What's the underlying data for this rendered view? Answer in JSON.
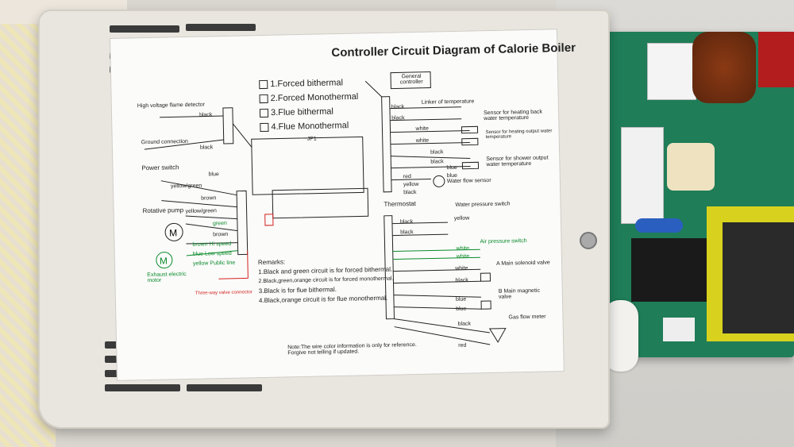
{
  "diagram": {
    "title": "Controller Circuit Diagram of Calorie Boiler",
    "options": [
      "1.Forced bithermal",
      "2.Forced Monothermal",
      "3.Flue bithermal",
      "4.Flue Monothermal"
    ],
    "left_labels": {
      "flame_detector": "High voltage flame detector",
      "ground": "Ground connection",
      "power_switch": "Power switch",
      "rotative_pump": "Rotative pump",
      "exhaust_motor": "Exhaust electric motor",
      "three_way": "Three-way valve connector",
      "jp1": "JP1"
    },
    "wire_colors_left": [
      "black",
      "black",
      "blue",
      "yellow/green",
      "brown",
      "yellow/green",
      "green",
      "brown"
    ],
    "fan_speeds": [
      {
        "color": "brown",
        "label": "Hi speed"
      },
      {
        "color": "blue",
        "label": "Low speed"
      },
      {
        "color": "yellow",
        "label": "Public line"
      }
    ],
    "right_labels": {
      "general_controller": "General controller",
      "linker": "Linker of temperature",
      "sensor_heating_back": "Sensor for heating back water temperature",
      "sensor_heating_output": "Sensor for heating output water temperature",
      "sensor_shower": "Sensor for shower output water temperature",
      "water_flow": "Water flow sensor",
      "thermostat": "Thermostat",
      "water_pressure": "Water pressure switch",
      "air_pressure": "Air pressure switch",
      "a_main": "A Main solenoid valve",
      "b_main": "B Main magnetic valve",
      "gas": "Gas flow meter"
    },
    "wire_colors_right": [
      "black",
      "black",
      "white",
      "white",
      "black",
      "black",
      "blue",
      "blue",
      "red",
      "yellow",
      "black",
      "black",
      "black",
      "yellow",
      "white",
      "white",
      "white",
      "black",
      "blue",
      "blue",
      "black",
      "red"
    ],
    "remarks_title": "Remarks:",
    "remarks": [
      "1.Black and green circuit is for forced bithermal.",
      "2.Black,green,orange circuit is for forced monothermal.",
      "3.Black is for flue bithermal.",
      "4.Black,orange circuit is for flue monothermal."
    ],
    "note": "Note:The wire color information is only for reference. Forgive not telling if updated."
  },
  "colors": {
    "case": "#e9e6df",
    "pcb": "#1f7d58",
    "green_wire": "#0a8a2a",
    "red_wire": "#d2221e"
  },
  "icons": [
    "motor-icon",
    "fan-motor-icon",
    "heating-element-icon",
    "water-flow-icon",
    "valve-icon",
    "gas-meter-icon"
  ]
}
